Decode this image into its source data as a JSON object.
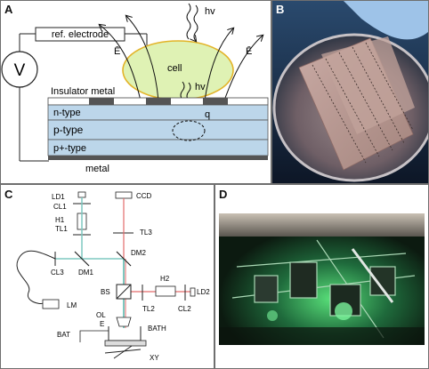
{
  "panels": {
    "a": {
      "label": "A",
      "ref_electrode": "ref. electrode",
      "voltmeter": "V",
      "light": "hv",
      "light2": "hv",
      "field_left": "Ē",
      "field_right": "Ē",
      "cell": "cell",
      "insulator_metal": "Insulator metal",
      "n_type": "n-type",
      "p_type": "p-type",
      "pplus_type": "p+-type",
      "metal": "metal",
      "charge": "q"
    },
    "b": {
      "label": "B"
    },
    "c": {
      "label": "C",
      "ld1": "LD1",
      "cl1": "CL1",
      "h1": "H1",
      "tl1": "TL1",
      "ccd": "CCD",
      "tl3": "TL3",
      "dm1": "DM1",
      "dm2": "DM2",
      "cl3": "CL3",
      "bs": "BS",
      "h2": "H2",
      "ld2": "LD2",
      "tl2": "TL2",
      "cl2": "CL2",
      "lm": "LM",
      "ol": "OL",
      "e": "E",
      "bath": "BATH",
      "bat": "BAT",
      "xy": "XY"
    },
    "d": {
      "label": "D"
    }
  },
  "colors": {
    "semiconductor": "#bcd6ea",
    "cell_fill": "#dff2b4",
    "cell_stroke": "#e3b328",
    "laser_red": "#e36b6b",
    "laser_green": "#7ec8c0"
  }
}
